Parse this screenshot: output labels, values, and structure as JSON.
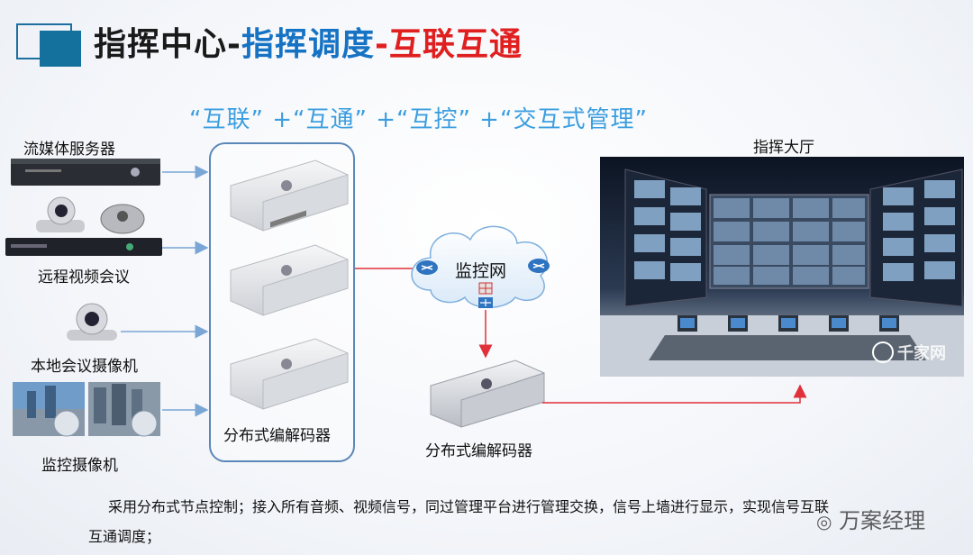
{
  "title": {
    "part1": "指挥中心-",
    "part2": "指挥调度",
    "part3": "-互联互通"
  },
  "slogan": "“互联”  +“互通”  +“互控”  +“交互式管理”",
  "sources": [
    {
      "label": "流媒体服务器"
    },
    {
      "label": "远程视频会议"
    },
    {
      "label": "本地会议摄像机"
    },
    {
      "label": "监控摄像机"
    }
  ],
  "group_label": "分布式编解码器",
  "network_label": "监控网",
  "decoder_label": "分布式编解码器",
  "hall_label": "指挥大厅",
  "hall_watermark": "千家网",
  "footer": {
    "line1": "采用分布式节点控制；接入所有音频、视频信号，同过管理平台进行管理交换，信号上墙进行显示，实现信号互联",
    "line2": "互通调度；"
  },
  "watermark": "万案经理",
  "colors": {
    "title_blue": "#1673c4",
    "title_red": "#e02020",
    "slogan": "#3b9ee0",
    "arrow_blue": "#7aa6d6",
    "arrow_red": "#e0303a",
    "deco": "#14719e"
  }
}
